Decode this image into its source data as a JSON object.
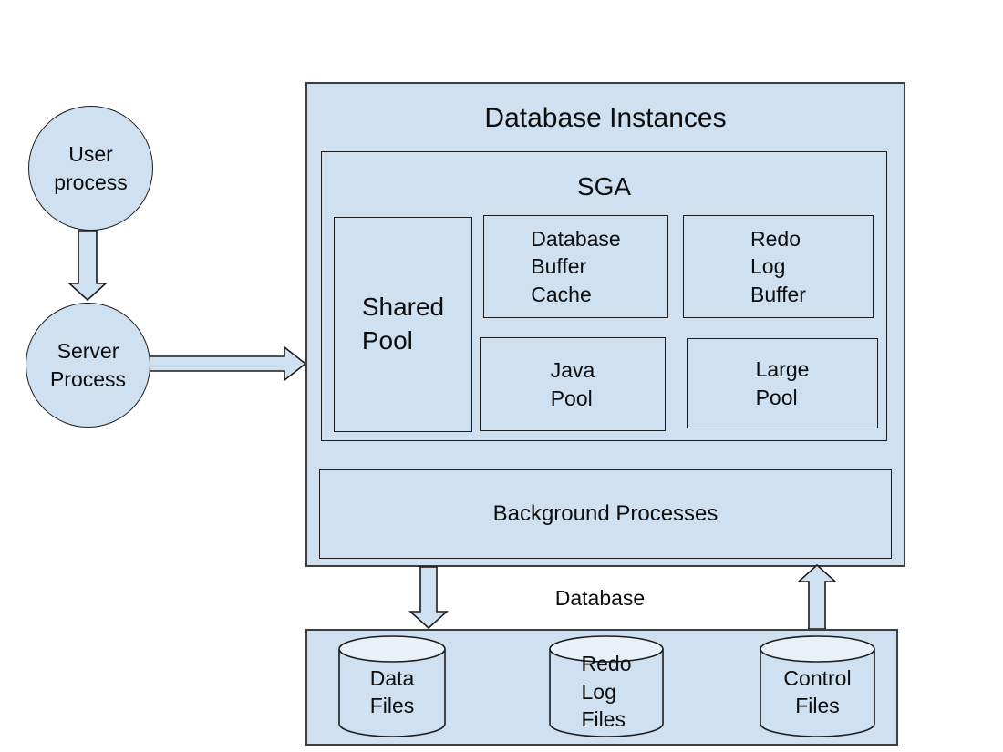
{
  "colors": {
    "node_fill": "#cfe0f1",
    "cylinder_top_fill": "#e9f1f8",
    "outer_border": "#3d3d3d",
    "inner_border": "#1c1c1c",
    "text": "#0d0d0d",
    "page_background": "#ffffff"
  },
  "nodes": {
    "user_process": {
      "label": "User\nprocess"
    },
    "server_process": {
      "label": "Server\nProcess"
    },
    "database_instances": {
      "title": "Database Instances"
    },
    "sga": {
      "title": "SGA"
    },
    "shared_pool": {
      "label": "Shared\nPool"
    },
    "database_buffer_cache": {
      "label": "Database\nBuffer\nCache"
    },
    "redo_log_buffer": {
      "label": "Redo\nLog\nBuffer"
    },
    "java_pool": {
      "label": "Java\nPool"
    },
    "large_pool": {
      "label": "Large\nPool"
    },
    "background_processes": {
      "label": "Background Processes"
    },
    "database_section": {
      "label": "Database"
    },
    "data_files": {
      "label": "Data\nFiles"
    },
    "redo_log_files": {
      "label": "Redo\nLog\nFiles"
    },
    "control_files": {
      "label": "Control\nFiles"
    }
  }
}
